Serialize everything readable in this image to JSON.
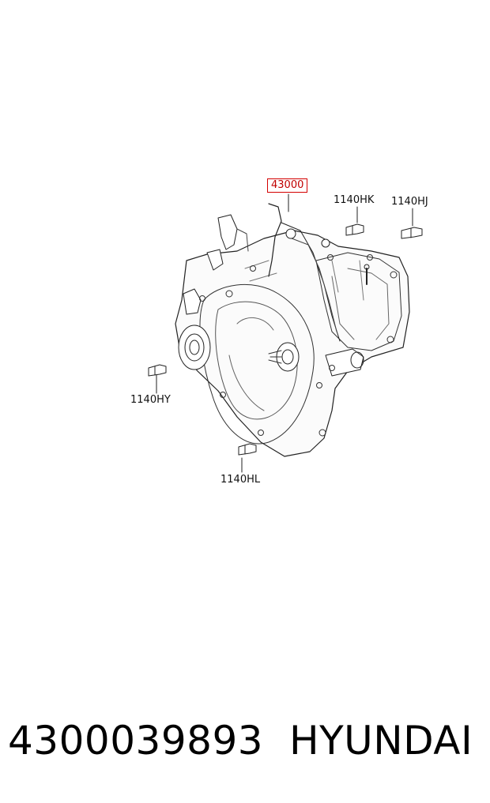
{
  "diagram": {
    "callouts": [
      {
        "id": "main",
        "label": "43000",
        "highlighted": true
      },
      {
        "id": "hk",
        "label": "1140HK"
      },
      {
        "id": "hj",
        "label": "1140HJ"
      },
      {
        "id": "hy",
        "label": "1140HY"
      },
      {
        "id": "hl",
        "label": "1140HL"
      }
    ],
    "highlight_color": "#d40000"
  },
  "footer": {
    "part_number": "4300039893",
    "brand": "HYUNDAI"
  }
}
